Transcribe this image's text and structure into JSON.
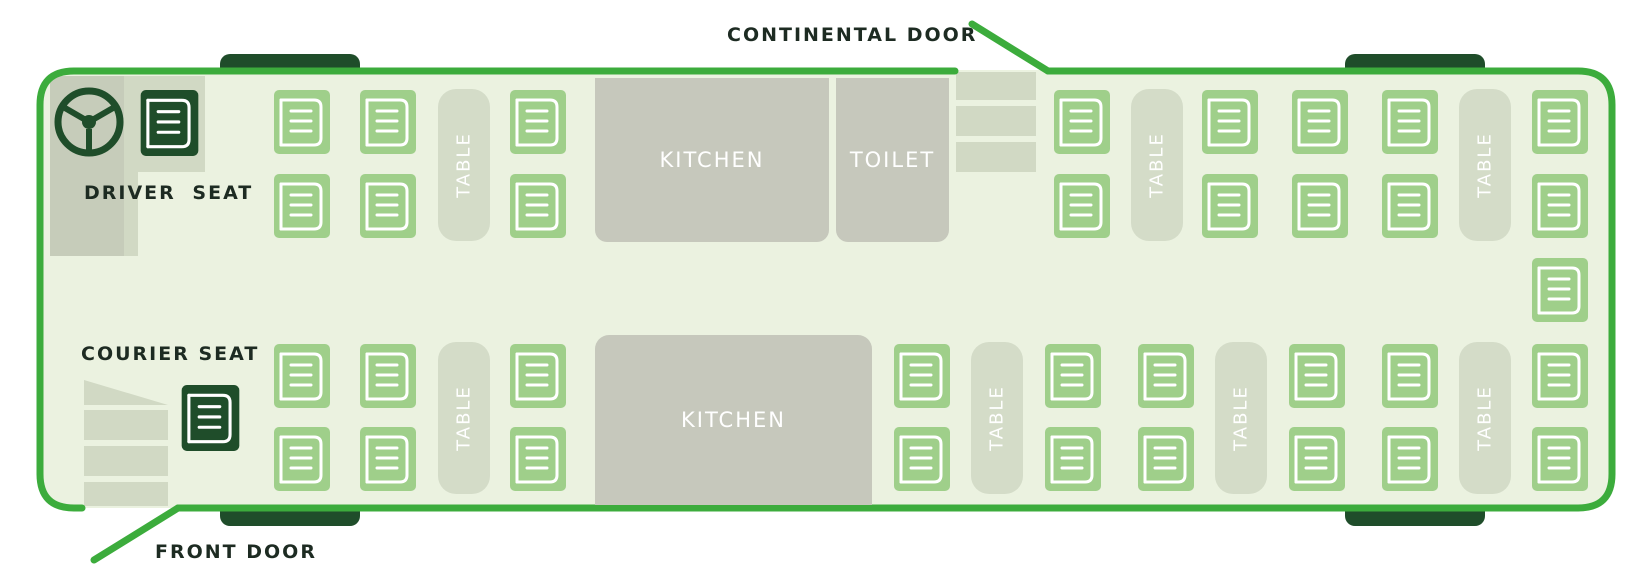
{
  "labels": {
    "driver_seat": "DRIVER SEAT",
    "courier_seat": "COURIER SEAT",
    "continental_door": "CONTINENTAL DOOR",
    "front_door": "FRONT DOOR"
  },
  "rooms": {
    "kitchen_top": "KITCHEN",
    "toilet": "TOILET",
    "kitchen_bottom": "KITCHEN"
  },
  "table_label": "TABLE",
  "icons": {
    "steering_wheel": "steering-wheel-icon",
    "seat": "seat-icon"
  },
  "colors": {
    "bus_outline": "#3cac3c",
    "bus_floor": "#ebf2e0",
    "passenger_seat": "#9fcf8a",
    "staff_seat": "#1f4d2a",
    "wheel": "#1f4d2a",
    "room": "#c6c8bc",
    "table": "#d4dcc8",
    "text": "#1d2b22"
  }
}
